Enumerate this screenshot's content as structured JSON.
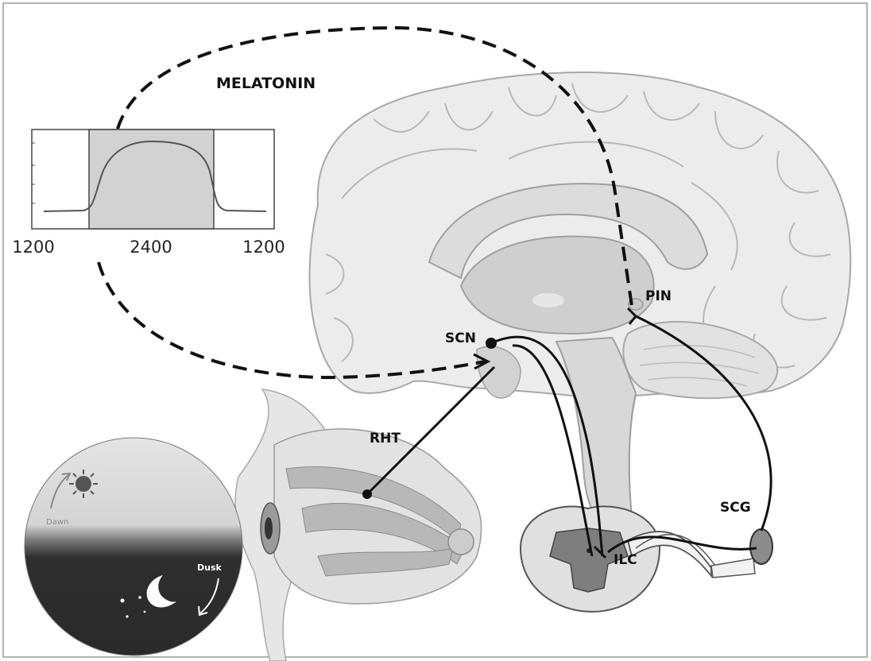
{
  "labels": {
    "melatonin": "MELATONIN",
    "scn": "SCN",
    "pin": "PIN",
    "rht": "RHT",
    "ilc": "ILC",
    "scg": "SCG",
    "dawn": "Dawn",
    "dusk": "Dusk"
  },
  "melatonin_chart": {
    "x_ticks": [
      "1200",
      "2400",
      "1200"
    ]
  }
}
